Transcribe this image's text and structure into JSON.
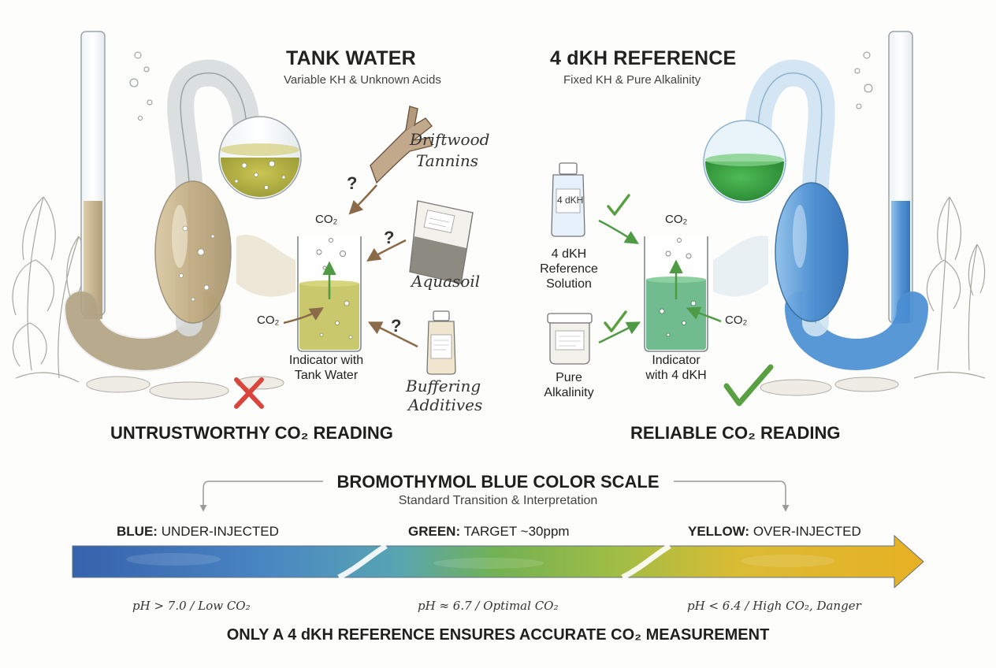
{
  "left": {
    "title": "TANK WATER",
    "subtitle": "Variable KH & Unknown Acids",
    "sources": [
      {
        "label": "Driftwood Tannins",
        "line1": "Driftwood",
        "line2": "Tannins",
        "mark": "?"
      },
      {
        "label": "Aquasoil",
        "mark": "?"
      },
      {
        "label": "Buffering Additives",
        "line1": "Buffering",
        "line2": "Additives",
        "mark": "?"
      }
    ],
    "co2_top": "CO₂",
    "co2_side": "CO₂",
    "indicator_line1": "Indicator with",
    "indicator_line2": "Tank Water",
    "verdict": "UNTRUSTWORTHY CO₂ READING",
    "verdict_icon": "cross-icon"
  },
  "right": {
    "title": "4 dKH REFERENCE",
    "subtitle": "Fixed KH & Pure Alkalinity",
    "bottle_label": "4 dKH",
    "sources": [
      {
        "line1": "4 dKH",
        "line2": "Reference",
        "line3": "Solution"
      },
      {
        "line1": "Pure",
        "line2": "Alkalinity"
      }
    ],
    "co2_top": "CO₂",
    "co2_side": "CO₂",
    "indicator_line1": "Indicator",
    "indicator_line2": "with 4 dKH",
    "verdict": "RELIABLE CO₂ READING",
    "verdict_icon": "check-icon"
  },
  "scale": {
    "title": "BROMOTHYMOL BLUE COLOR SCALE",
    "subtitle": "Standard Transition & Interpretation",
    "segments": [
      {
        "color_word": "BLUE:",
        "meaning": "UNDER-INJECTED",
        "ph": "pH > 7.0 / Low CO₂",
        "hex": "#2f63ad"
      },
      {
        "color_word": "GREEN:",
        "meaning": "TARGET ~30ppm",
        "ph": "pH ≈ 6.7 / Optimal CO₂",
        "hex": "#6fae3e"
      },
      {
        "color_word": "YELLOW:",
        "meaning": "OVER-INJECTED",
        "ph": "pH < 6.4 / High CO₂, Danger",
        "hex": "#e3b21c"
      }
    ]
  },
  "footer": "ONLY A 4 dKH REFERENCE ENSURES ACCURATE CO₂ MEASUREMENT",
  "colors": {
    "tank_water": "#c9b48c",
    "indicator_yellow": "#b4b23c",
    "reference_blue": "#4d8fd1",
    "reference_green": "#3aa345",
    "check_green": "#5aa043",
    "cross_red": "#d9443c"
  }
}
